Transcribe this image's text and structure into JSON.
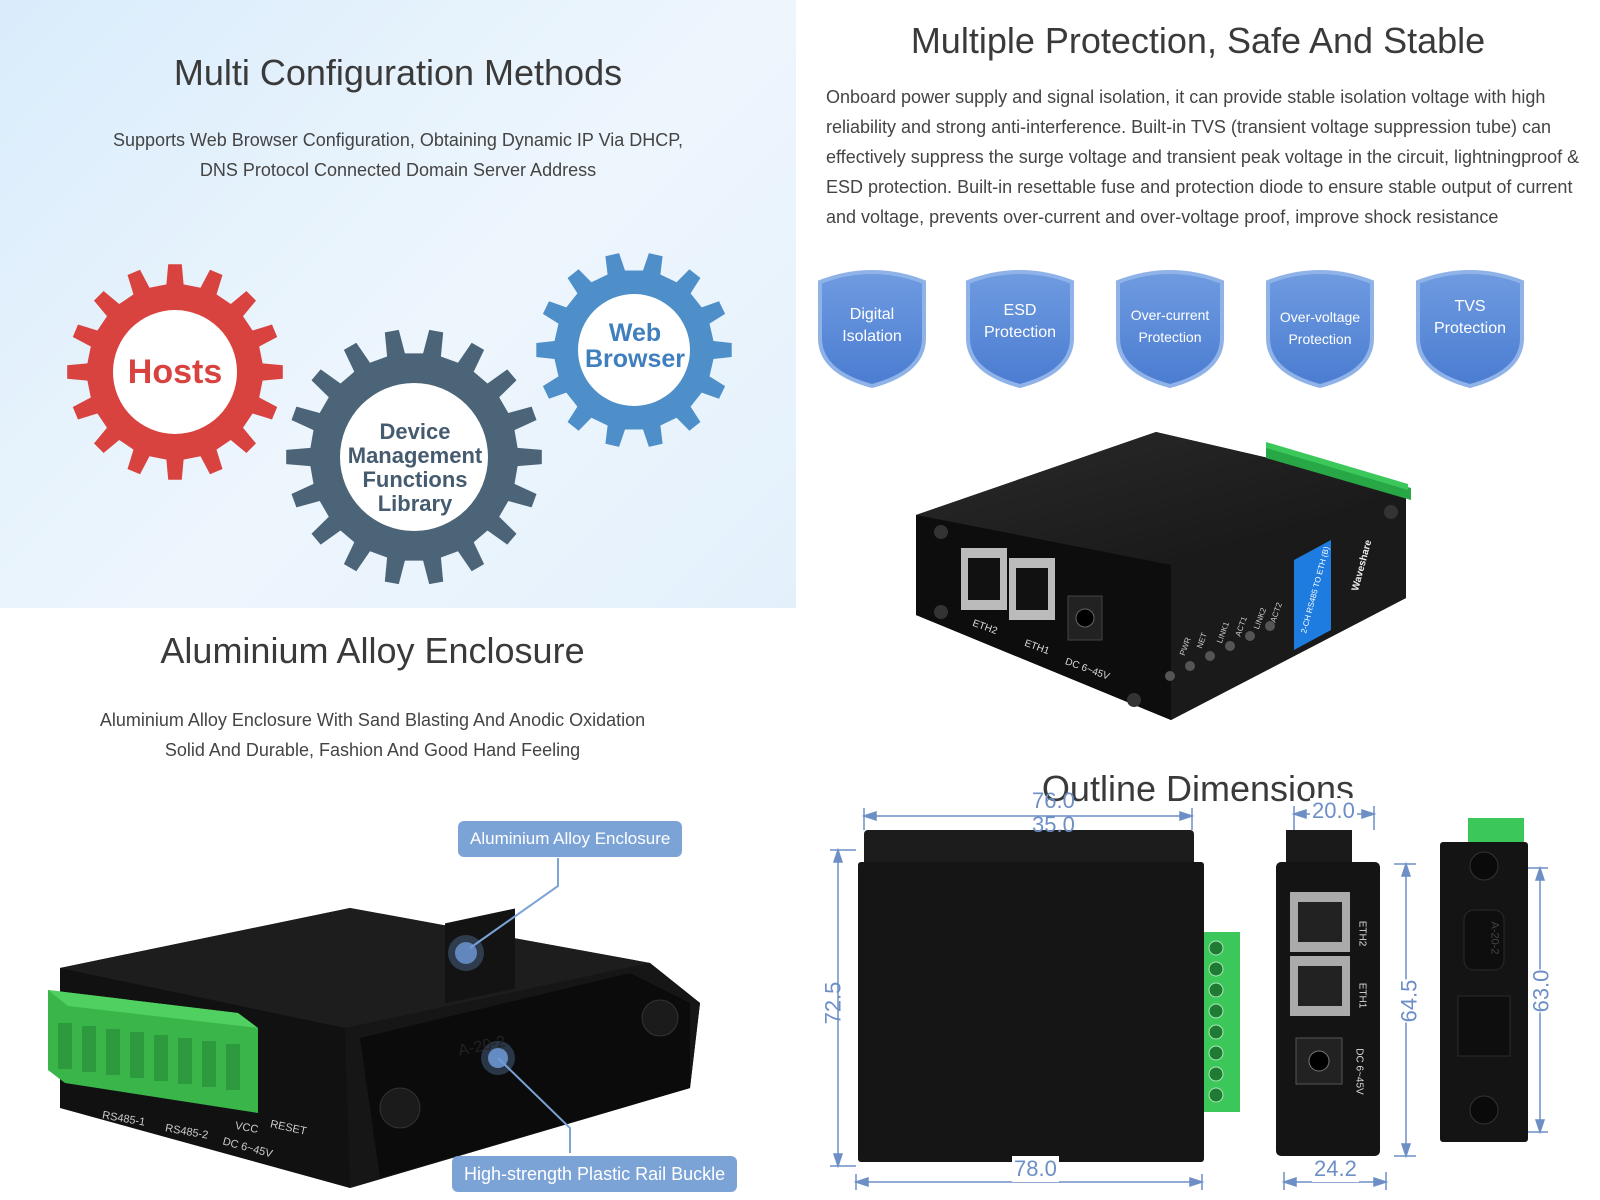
{
  "config": {
    "title": "Multi Configuration Methods",
    "desc_line1": "Supports Web Browser Configuration, Obtaining Dynamic IP Via DHCP,",
    "desc_line2": "DNS Protocol Connected Domain Server Address",
    "gears": [
      {
        "lines": [
          "Hosts"
        ],
        "color": "#d9433f"
      },
      {
        "lines": [
          "Device",
          "Management",
          "Functions",
          "Library"
        ],
        "color": "#4b6478"
      },
      {
        "lines": [
          "Web",
          "Browser"
        ],
        "color": "#4e8fc9"
      }
    ]
  },
  "protect": {
    "title": "Multiple Protection, Safe And Stable",
    "desc": "Onboard power supply and signal isolation, it can provide stable isolation voltage with high reliability and strong anti-interference. Built-in TVS (transient voltage suppression tube) can effectively suppress the surge voltage and transient peak voltage in the circuit, lightningproof & ESD protection. Built-in resettable fuse and protection diode to ensure stable output of current and voltage, prevents over-current and over-voltage proof, improve shock resistance",
    "shields": [
      {
        "l1": "Digital",
        "l2": "Isolation"
      },
      {
        "l1": "ESD",
        "l2": "Protection"
      },
      {
        "l1": "Over-current",
        "l2": "Protection"
      },
      {
        "l1": "Over-voltage",
        "l2": "Protection"
      },
      {
        "l1": "TVS",
        "l2": "Protection"
      }
    ],
    "device": {
      "port1": "ETH2",
      "port2": "ETH1",
      "power": "DC 6~45V",
      "leds": [
        "PWR",
        "NET",
        "LINK1",
        "ACT1",
        "LINK2",
        "ACT2"
      ],
      "badge": "2-CH RS485 TO ETH (B)",
      "brand": "Waveshare"
    },
    "brand_color": "#1e7be0"
  },
  "alloy": {
    "title": "Aluminium Alloy Enclosure",
    "desc_line1": "Aluminium Alloy Enclosure With Sand Blasting And Anodic Oxidation",
    "desc_line2": "Solid And Durable, Fashion And Good Hand Feeling",
    "callout_top": "Aluminium Alloy Enclosure",
    "callout_bottom": "High-strength Plastic Rail Buckle",
    "device": {
      "rs1": "RS485-1",
      "rs2": "RS485-2",
      "vcc": "VCC",
      "power": "DC 6~45V",
      "reset": "RESET",
      "clip": "A-20-2"
    }
  },
  "dims": {
    "title": "Outline Dimensions",
    "w_total": "76.0",
    "w_rail": "35.0",
    "h_front": "72.5",
    "w_base": "78.0",
    "side_w_top": "20.0",
    "side_h": "64.5",
    "side_w_bottom": "24.2",
    "back_h": "63.0",
    "side_labels": [
      "ETH2",
      "ETH1",
      "DC 6~45V"
    ],
    "clip": "A-20-2"
  }
}
